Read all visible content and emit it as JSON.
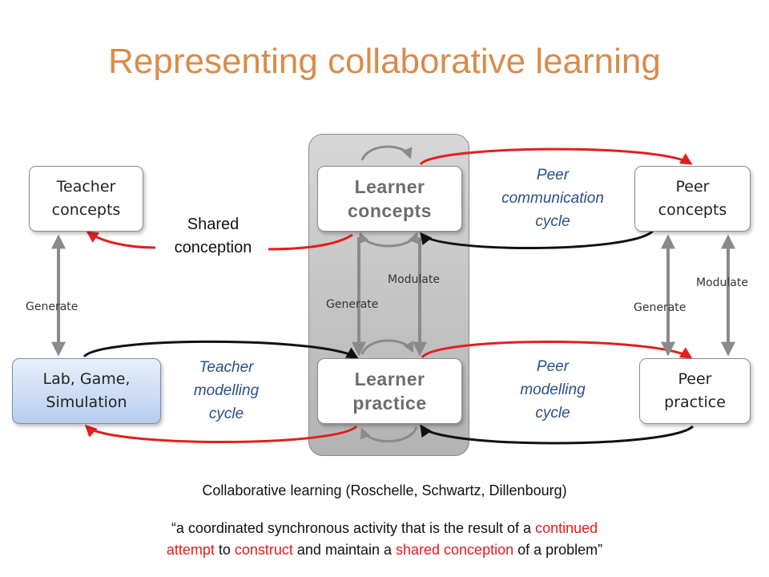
{
  "title": "Representing collaborative learning",
  "boxes": {
    "teacher_concepts": "Teacher concepts",
    "learner_concepts": "Learner concepts",
    "peer_concepts": "Peer concepts",
    "lab_game_simulation": "Lab, Game, Simulation",
    "learner_practice": "Learner practice",
    "peer_practice": "Peer practice"
  },
  "labels": {
    "shared_conception": "Shared conception",
    "peer_communication_cycle": "Peer communication cycle",
    "teacher_modelling_cycle": "Teacher modelling cycle",
    "peer_modelling_cycle": "Peer modelling cycle",
    "generate_left": "Generate",
    "generate_center": "Generate",
    "generate_right": "Generate",
    "modulate_center": "Modulate",
    "modulate_right": "Modulate"
  },
  "caption": {
    "line1": "Collaborative learning (Roschelle, Schwartz, Dillenbourg)",
    "quote_parts": [
      "“a coordinated synchronous activity that is the result of a ",
      "continued",
      "attempt",
      " to ",
      "construct",
      " and maintain a ",
      "shared conception",
      " of a problem”"
    ]
  },
  "colors": {
    "title": "#d98c4a",
    "highlight": "#e21b1b",
    "cycle_text": "#2d4e8a",
    "red_arrow": "#e0201f",
    "black_arrow": "#111111",
    "gray_arrow": "#8a8a8a"
  }
}
